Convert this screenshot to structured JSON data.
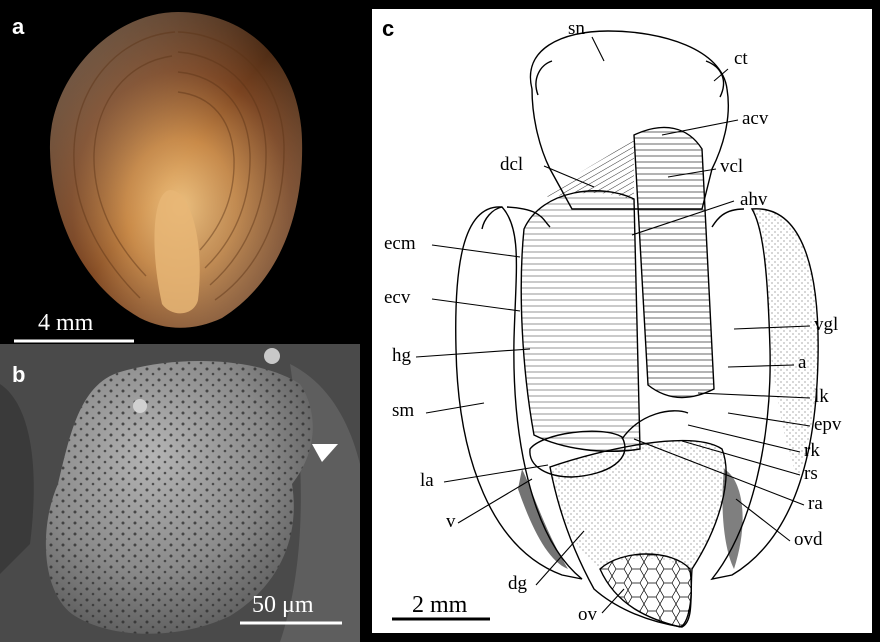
{
  "panels": {
    "a": {
      "letter": "a",
      "scale_bar_label": "4 mm"
    },
    "b": {
      "letter": "b",
      "scale_bar_label": "50 μm"
    },
    "c": {
      "letter": "c",
      "scale_bar_label": "2 mm",
      "labels": {
        "sn": "sn",
        "ct": "ct",
        "acv": "acv",
        "dcl": "dcl",
        "vcl": "vcl",
        "ahv": "ahv",
        "ecm": "ecm",
        "ecv": "ecv",
        "vgl": "vgl",
        "hg": "hg",
        "a": "a",
        "lk": "lk",
        "sm": "sm",
        "epv": "epv",
        "rk": "rk",
        "rs": "rs",
        "la": "la",
        "ra": "ra",
        "v": "v",
        "ovd": "ovd",
        "dg": "dg",
        "ov": "ov"
      }
    }
  },
  "colors": {
    "background": "#000000",
    "shell_dark": "#6a3a16",
    "shell_light": "#e0aa6a",
    "sem_gray": "#8c8c8c",
    "drawing_ink": "#000000"
  }
}
